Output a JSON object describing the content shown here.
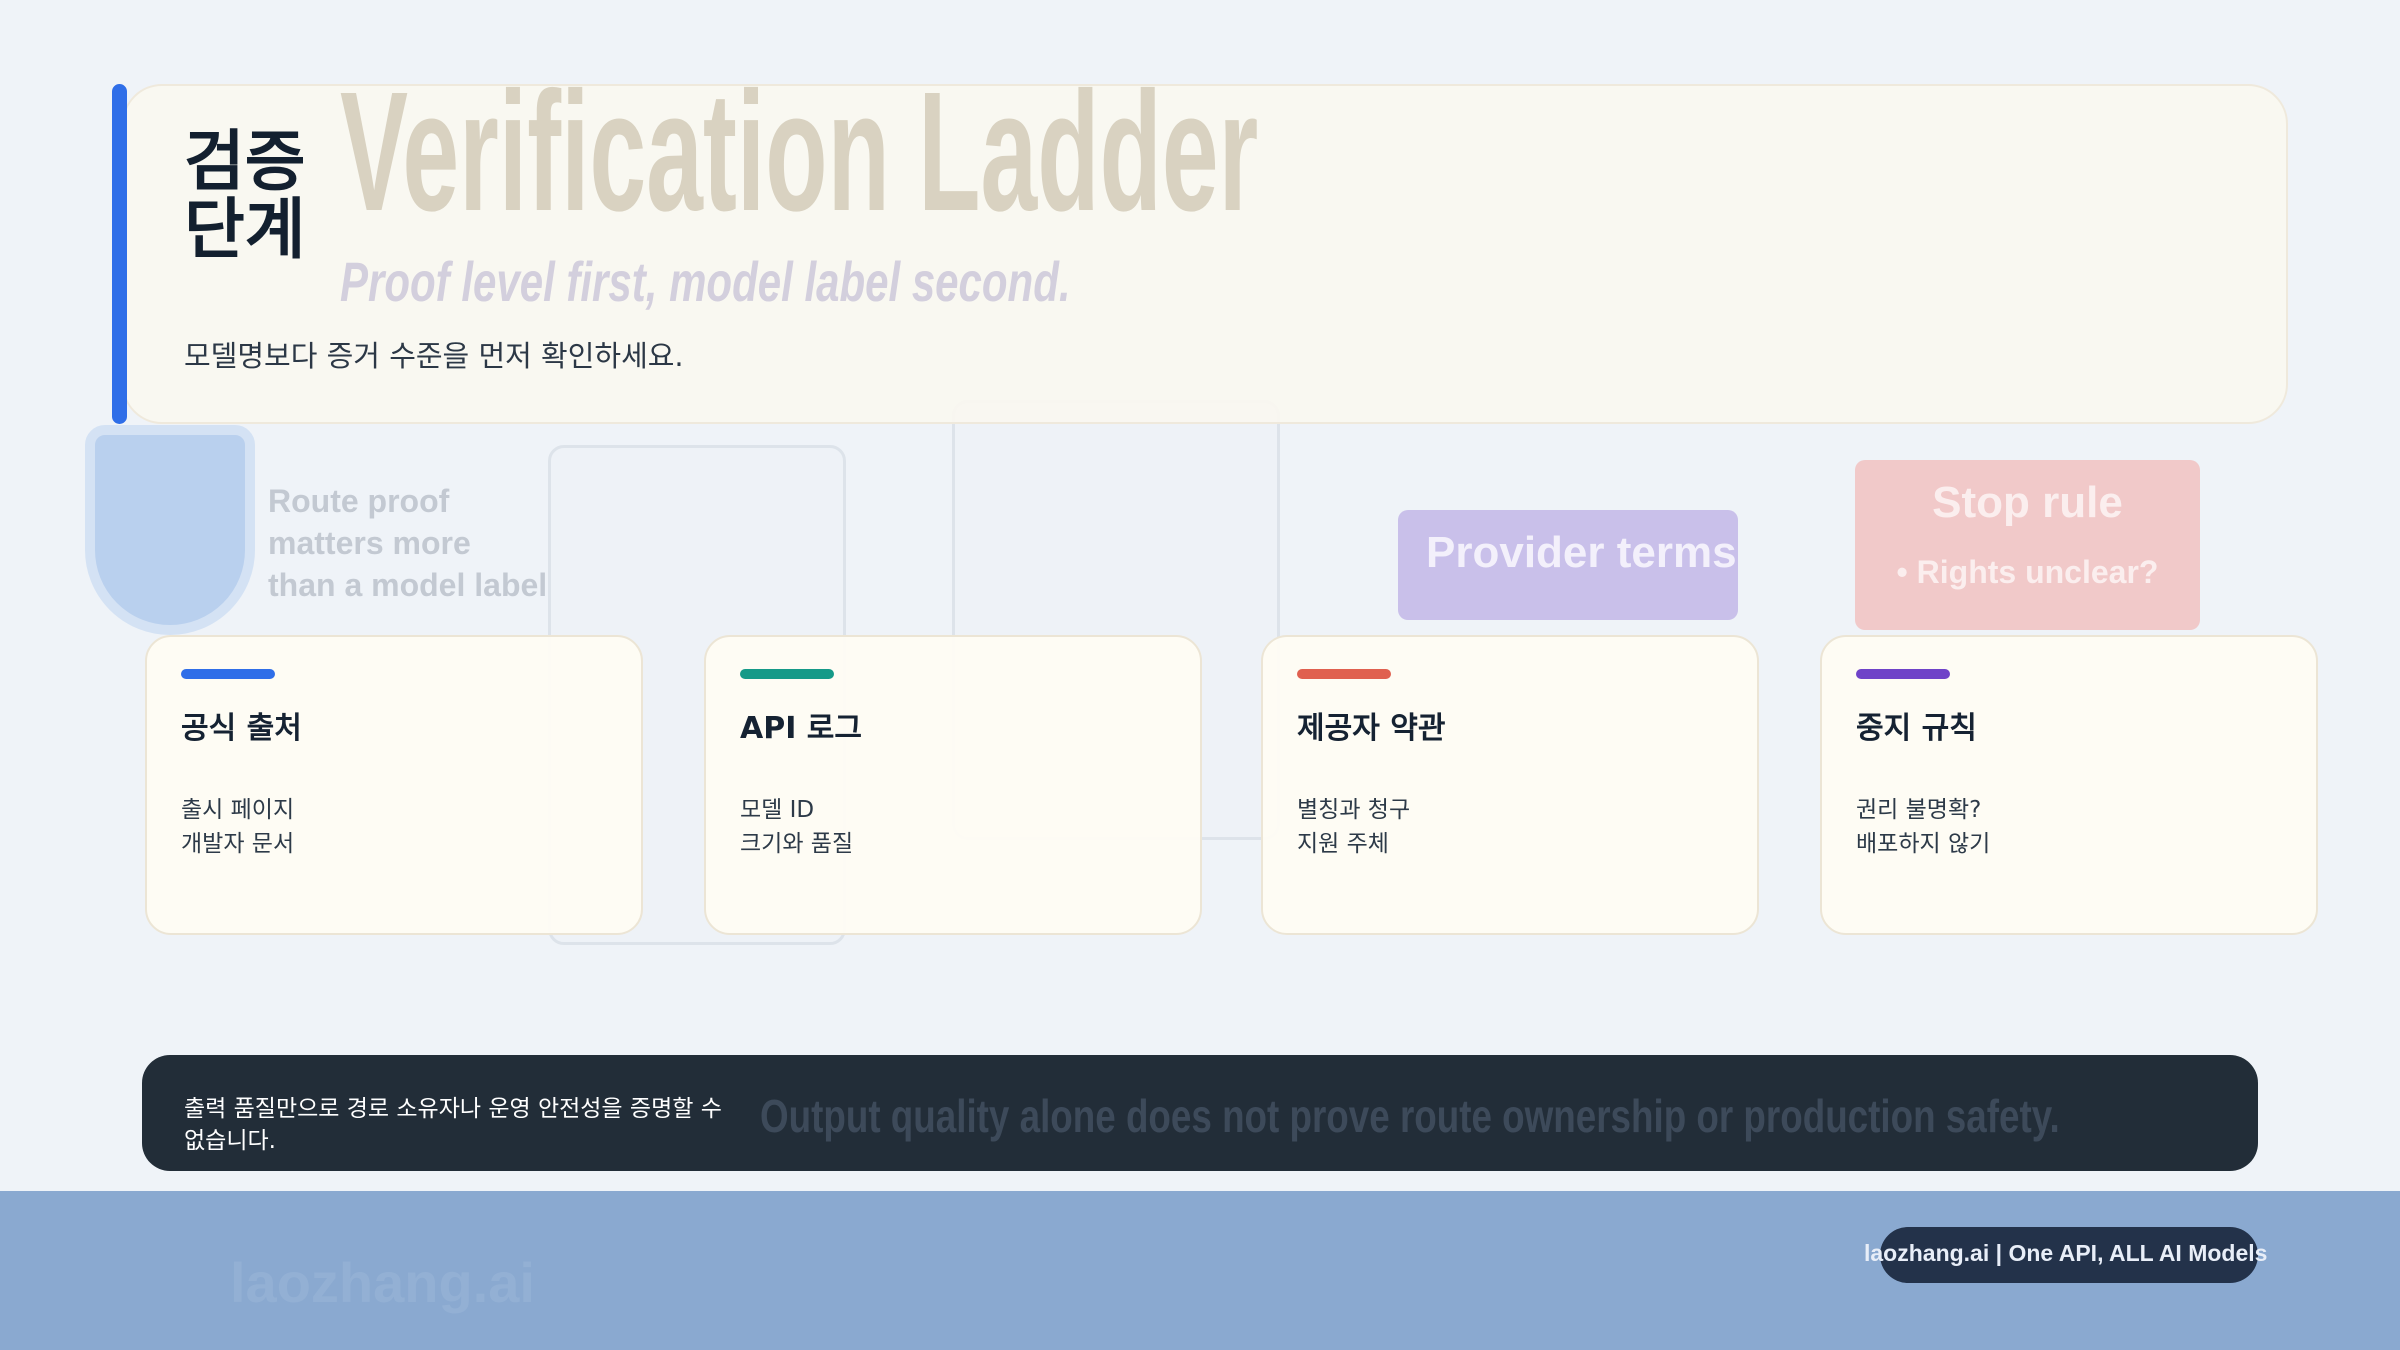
{
  "background": {
    "title": "Verification Ladder",
    "subtitle": "Proof level first, model label second.",
    "route_note": "Route proof\nmatters more\nthan a model label.",
    "provider_terms": "Provider terms",
    "stop_rule": "Stop rule",
    "stop_rule_item": "• Rights unclear?",
    "output_note": "Output quality alone does not prove route ownership or production safety.",
    "logo": "laozhang.ai"
  },
  "header": {
    "title": "검증 단계",
    "subtitle": "모델명보다 증거 수준을 먼저 확인하세요.",
    "accent_color": "#2f6ee8"
  },
  "cards": [
    {
      "title": "공식 출처",
      "lines": [
        "출시 페이지",
        "개발자 문서"
      ],
      "color": "#2f6ee8"
    },
    {
      "title": "API 로그",
      "lines": [
        "모델 ID",
        "크기와 품질"
      ],
      "color": "#159a88"
    },
    {
      "title": "제공자 약관",
      "lines": [
        "별칭과 청구",
        "지원 주체"
      ],
      "color": "#e0604f"
    },
    {
      "title": "중지 규칙",
      "lines": [
        "권리 불명확?",
        "배포하지 않기"
      ],
      "color": "#6f43c8"
    }
  ],
  "banner": {
    "text": "출력 품질만으로 경로 소유자나 운영 안전성을 증명할 수 없습니다."
  },
  "footer": {
    "tagline": "laozhang.ai | One API, ALL AI Models"
  }
}
